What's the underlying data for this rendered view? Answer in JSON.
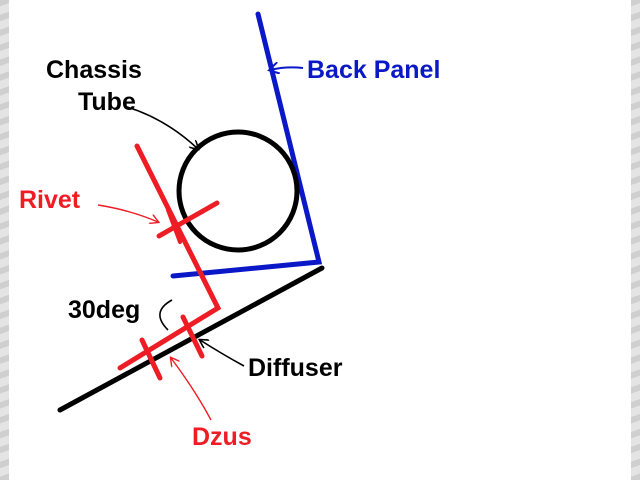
{
  "colors": {
    "red": "#ee1c24",
    "blue": "#0a18c8",
    "black": "#000000",
    "background": "#ffffff"
  },
  "labels": {
    "chassis_line1": "Chassis",
    "chassis_line2": "Tube",
    "back_panel": "Back Panel",
    "rivet": "Rivet",
    "angle": "30deg",
    "diffuser": "Diffuser",
    "dzus": "Dzus"
  }
}
